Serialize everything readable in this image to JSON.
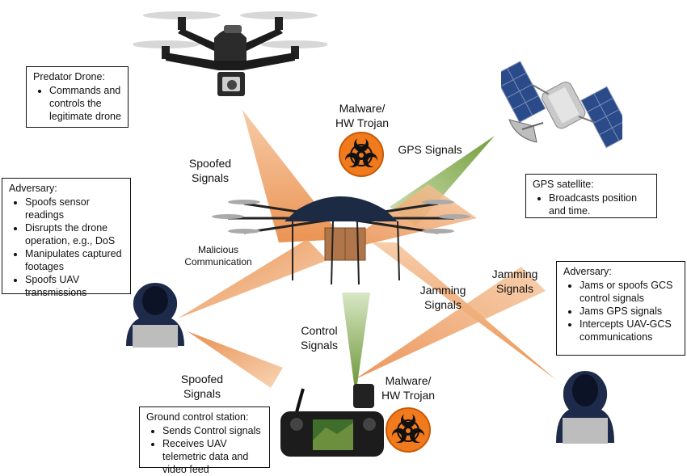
{
  "boxes": {
    "predator": {
      "title": "Predator Drone:",
      "items": [
        "Commands and controls the legitimate drone"
      ]
    },
    "adversary_left": {
      "title": "Adversary:",
      "items": [
        "Spoofs sensor readings",
        "Disrupts the drone operation, e.g., DoS",
        "Manipulates captured footages",
        "Spoofs UAV transmissions"
      ]
    },
    "gps_satellite": {
      "title": "GPS satellite:",
      "items": [
        "Broadcasts position and time."
      ]
    },
    "adversary_right": {
      "title": "Adversary:",
      "items": [
        "Jams or spoofs GCS control signals",
        "Jams GPS signals",
        "Intercepts UAV-GCS communications"
      ]
    },
    "ground_station": {
      "title": "Ground control station:",
      "items": [
        "Sends Control signals",
        "Receives UAV telemetric data and video feed"
      ]
    }
  },
  "labels": {
    "malware_top": [
      "Malware/",
      "HW Trojan"
    ],
    "malware_bottom": [
      "Malware/",
      "HW Trojan"
    ],
    "gps_signals": "GPS Signals",
    "spoofed_top": [
      "Spoofed",
      "Signals"
    ],
    "malicious_comm": [
      "Malicious",
      "Communication"
    ],
    "jamming_right": [
      "Jamming",
      "Signals"
    ],
    "jamming_mid": [
      "Jamming",
      "Signals"
    ],
    "control_signals": [
      "Control",
      "Signals"
    ],
    "spoofed_bottom": [
      "Spoofed",
      "Signals"
    ]
  },
  "colors": {
    "beam_orange": "#f0a060",
    "beam_green": "#7aa83c",
    "biohazard_orange": "#f07a1c",
    "hacker_hood": "#1e2a4a"
  }
}
